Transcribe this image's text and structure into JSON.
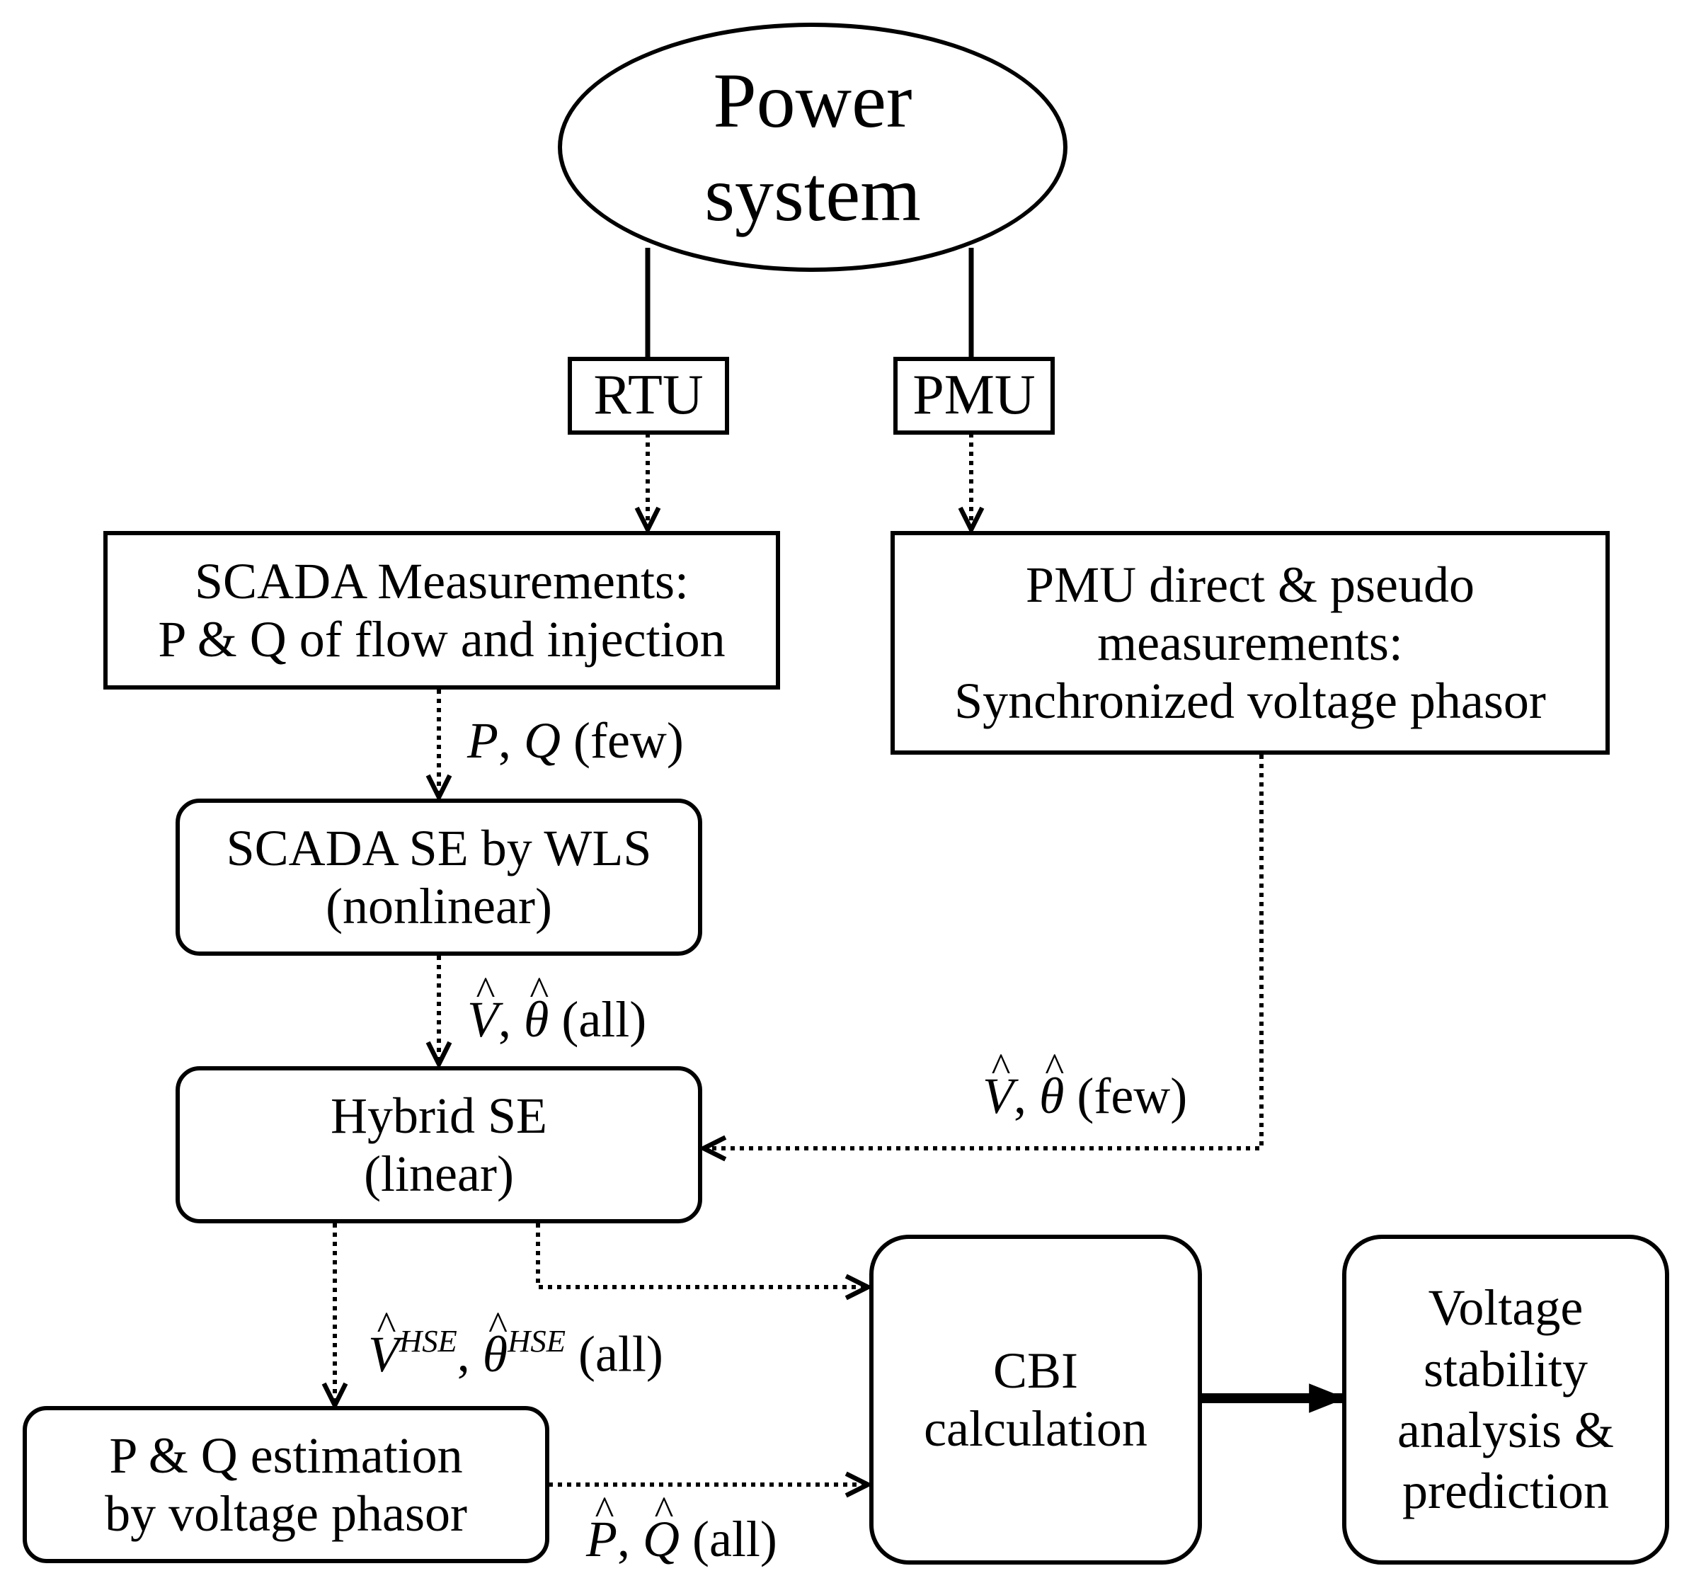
{
  "nodes": {
    "power_system": {
      "lines": [
        "Power",
        "system"
      ]
    },
    "rtu": {
      "text": "RTU"
    },
    "pmu": {
      "text": "PMU"
    },
    "scada_meas": {
      "lines": [
        "SCADA Measurements:",
        "P & Q of flow and injection"
      ]
    },
    "pmu_meas": {
      "lines": [
        "PMU direct & pseudo",
        "measurements:",
        "Synchronized voltage phasor"
      ]
    },
    "scada_se": {
      "lines": [
        "SCADA SE by WLS",
        "(nonlinear)"
      ]
    },
    "hybrid_se": {
      "lines": [
        "Hybrid SE",
        "(linear)"
      ]
    },
    "pq_est": {
      "lines": [
        "P & Q estimation",
        "by voltage phasor"
      ]
    },
    "cbi": {
      "lines": [
        "CBI",
        "calculation"
      ]
    },
    "vsa": {
      "lines": [
        "Voltage",
        "stability",
        "analysis &",
        "prediction"
      ]
    }
  },
  "edge_labels": {
    "pq_few": {
      "v1": "P",
      "sep": ", ",
      "v2": "Q",
      "suffix": " (few)"
    },
    "vt_all": {
      "v1": "V",
      "sep": ", ",
      "v2": "θ",
      "suffix": " (all)"
    },
    "vt_few": {
      "v1": "V",
      "sep": ", ",
      "v2": "θ",
      "suffix": " (few)"
    },
    "vt_hse": {
      "v1": "V",
      "sup": "HSE",
      "sep": ", ",
      "v2": "θ",
      "sup2": "HSE",
      "suffix": " (all)"
    },
    "pq_all": {
      "v1": "P",
      "sep": ", ",
      "v2": "Q",
      "suffix": " (all)"
    }
  }
}
